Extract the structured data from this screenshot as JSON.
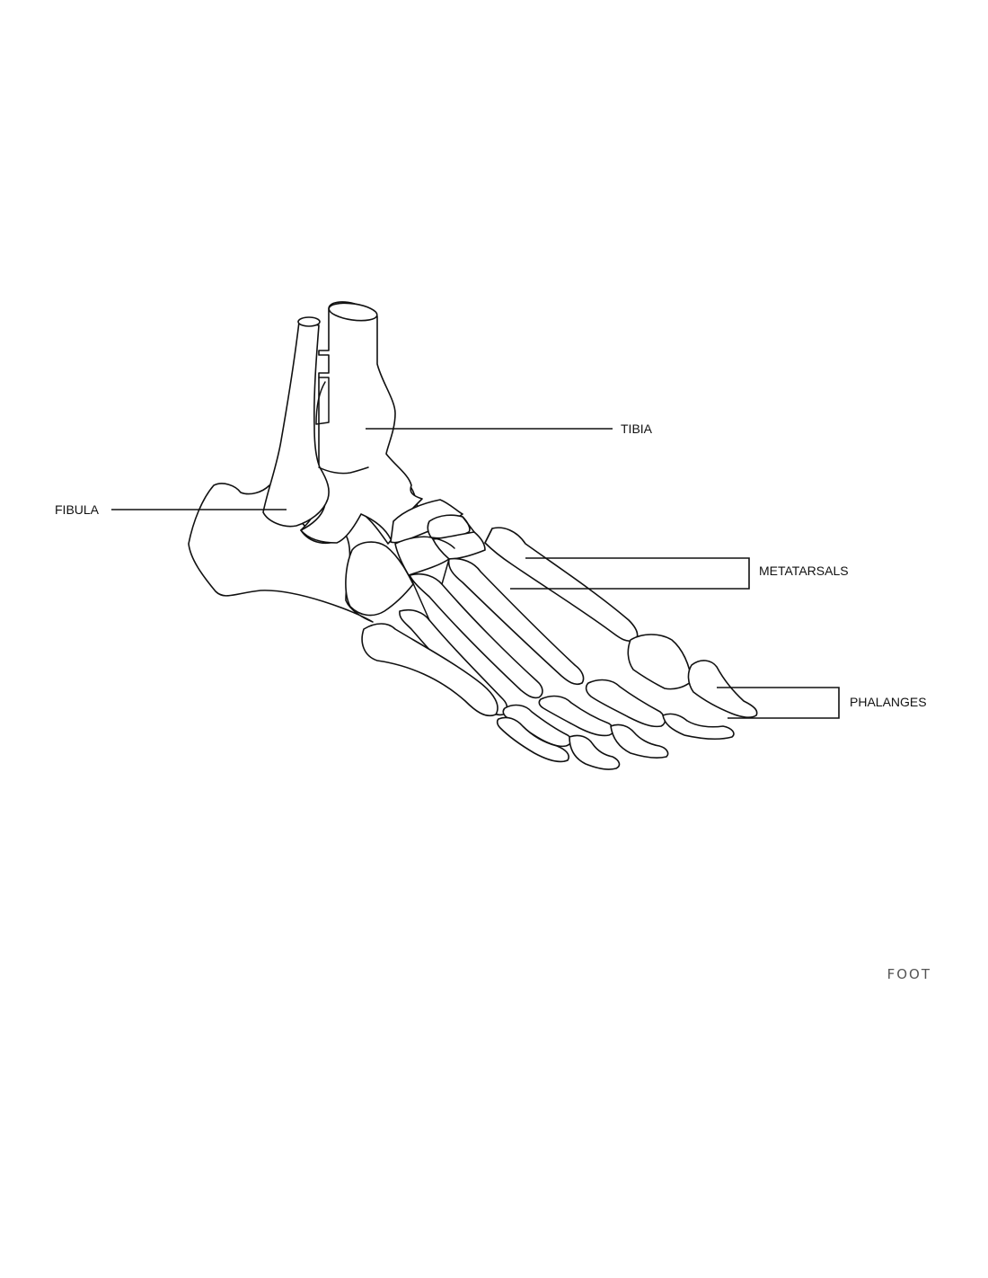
{
  "labels": {
    "tibia": "TIBIA",
    "fibula": "FIBULA",
    "metatarsals": "METATARSALS",
    "phalanges": "PHALANGES"
  },
  "caption": "FOOT",
  "colors": {
    "line": "#111111",
    "caption": "#555555",
    "background": "#ffffff"
  }
}
